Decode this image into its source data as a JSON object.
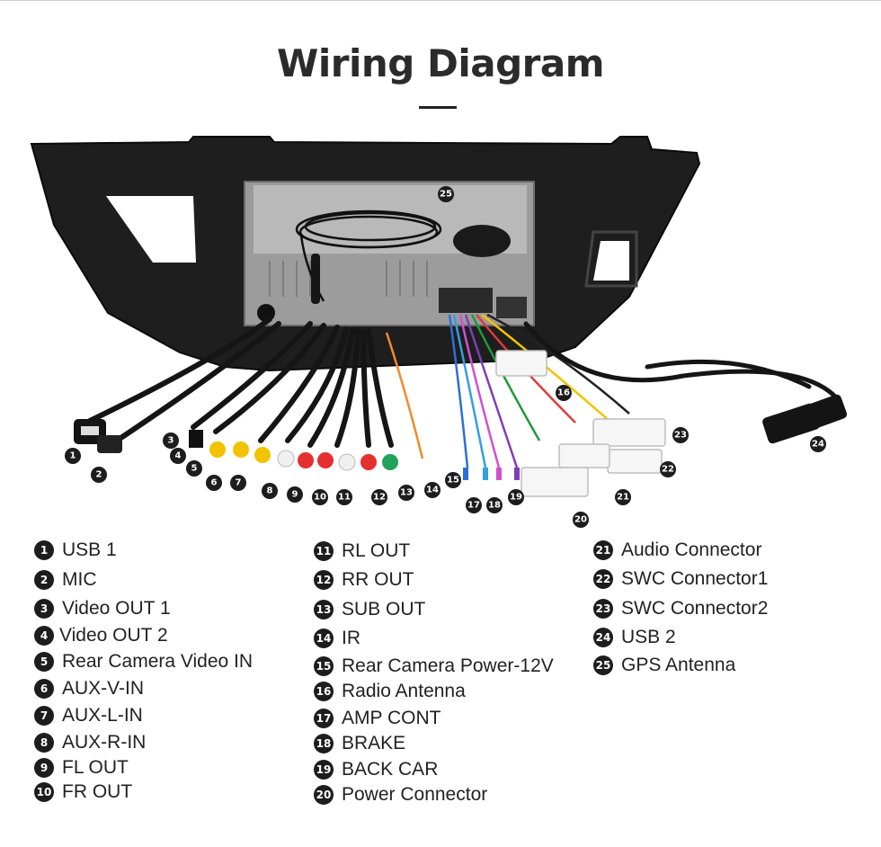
{
  "title": "Wiring Diagram",
  "callouts": [
    "1",
    "2",
    "3",
    "4",
    "5",
    "6",
    "7",
    "8",
    "9",
    "10",
    "11",
    "12",
    "13",
    "14",
    "15",
    "16",
    "17",
    "18",
    "19",
    "20",
    "21",
    "22",
    "23",
    "24",
    "25"
  ],
  "legend": [
    {
      "num": "1",
      "label": "USB 1"
    },
    {
      "num": "2",
      "label": "MIC"
    },
    {
      "num": "3",
      "label": "Video OUT 1"
    },
    {
      "num": "4",
      "label": "Video OUT 2"
    },
    {
      "num": "5",
      "label": "Rear Camera Video IN"
    },
    {
      "num": "6",
      "label": "AUX-V-IN"
    },
    {
      "num": "7",
      "label": "AUX-L-IN"
    },
    {
      "num": "8",
      "label": "AUX-R-IN"
    },
    {
      "num": "9",
      "label": "FL OUT"
    },
    {
      "num": "10",
      "label": "FR OUT"
    },
    {
      "num": "11",
      "label": "RL OUT"
    },
    {
      "num": "12",
      "label": "RR OUT"
    },
    {
      "num": "13",
      "label": "SUB OUT"
    },
    {
      "num": "14",
      "label": "IR"
    },
    {
      "num": "15",
      "label": "Rear Camera Power-12V"
    },
    {
      "num": "16",
      "label": "Radio Antenna"
    },
    {
      "num": "17",
      "label": "AMP CONT"
    },
    {
      "num": "18",
      "label": "BRAKE"
    },
    {
      "num": "19",
      "label": "BACK CAR"
    },
    {
      "num": "20",
      "label": "Power Connector"
    },
    {
      "num": "21",
      "label": "Audio Connector"
    },
    {
      "num": "22",
      "label": "SWC Connector1"
    },
    {
      "num": "23",
      "label": "SWC Connector2"
    },
    {
      "num": "24",
      "label": "USB 2"
    },
    {
      "num": "25",
      "label": "GPS Antenna"
    }
  ]
}
